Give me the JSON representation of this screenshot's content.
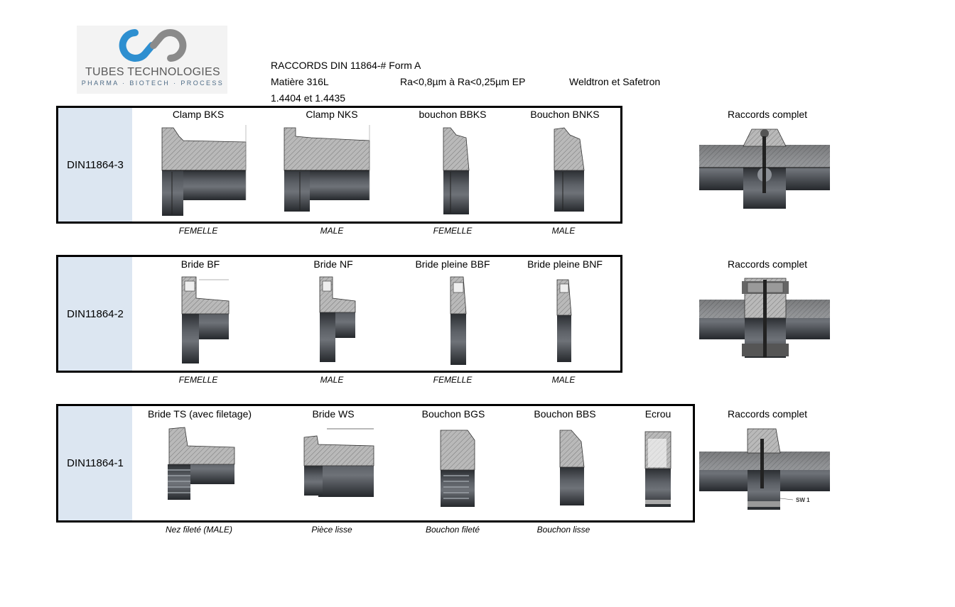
{
  "header": {
    "logo_name": "TUBES TECHNOLOGIES",
    "logo_tagline": "PHARMA · BIOTECH · PROCESS",
    "title": "RACCORDS DIN 11864-# Form A",
    "material": "Matière 316L",
    "grades": "1.4404 et 1.4435",
    "roughness": "Ra<0,8µm à Ra<0,25µm EP",
    "processes": "Weldtron et Safetron"
  },
  "rows": [
    {
      "label": "DIN11864-3",
      "parts": [
        {
          "title": "Clamp BKS",
          "gender": "FEMELLE"
        },
        {
          "title": "Clamp NKS",
          "gender": "MALE"
        },
        {
          "title": "bouchon BBKS",
          "gender": "FEMELLE"
        },
        {
          "title": "Bouchon BNKS",
          "gender": "MALE"
        }
      ],
      "assembly_title": "Raccords complet"
    },
    {
      "label": "DIN11864-2",
      "parts": [
        {
          "title": "Bride BF",
          "gender": "FEMELLE"
        },
        {
          "title": "Bride NF",
          "gender": "MALE"
        },
        {
          "title": "Bride pleine BBF",
          "gender": "FEMELLE"
        },
        {
          "title": "Bride pleine BNF",
          "gender": "MALE"
        }
      ],
      "assembly_title": "Raccords complet"
    },
    {
      "label": "DIN11864-1",
      "parts": [
        {
          "title": "Bride TS (avec filetage)",
          "gender": "Nez fileté (MALE)"
        },
        {
          "title": "Bride WS",
          "gender": "Pièce lisse"
        },
        {
          "title": "Bouchon BGS",
          "gender": "Bouchon fileté"
        },
        {
          "title": "Bouchon BBS",
          "gender": "Bouchon lisse"
        },
        {
          "title": "Ecrou",
          "gender": ""
        }
      ],
      "assembly_title": "Raccords complet",
      "assembly_callout": "SW 1"
    }
  ],
  "colors": {
    "row_label_bg": "#dce6f1",
    "part_dark": "#3a3d42",
    "part_light": "#6c7076",
    "section_hatch": "#9a9a9a",
    "logo_blue": "#2e8fd0",
    "logo_gray": "#8a8a8a"
  }
}
